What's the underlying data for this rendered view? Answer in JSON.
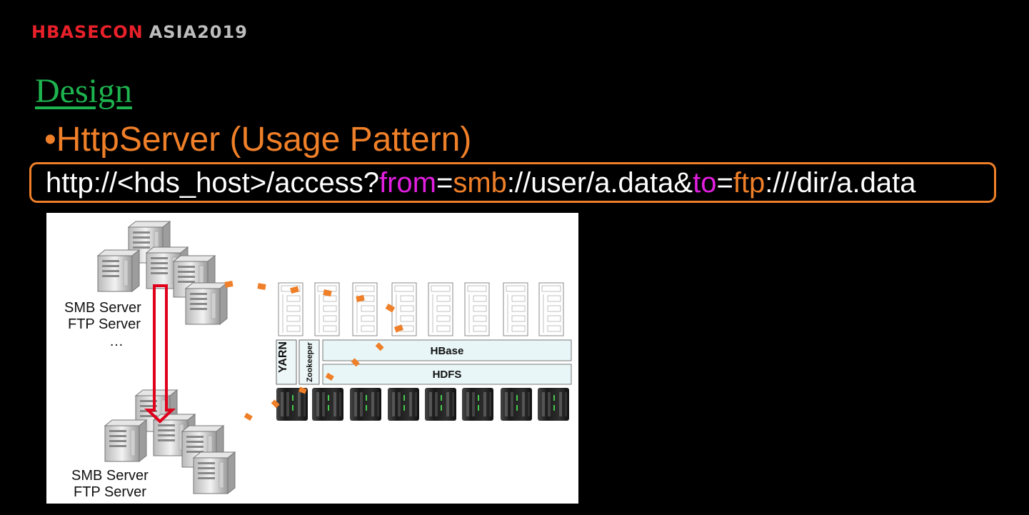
{
  "brand": {
    "part1": "HBASECON",
    "part2": "ASIA2019"
  },
  "slide": {
    "title": "Design",
    "bullet": "•HttpServer (Usage Pattern)",
    "url": {
      "prefix": "http://<hds_host>/access?",
      "from_key": "from",
      "eq1": "=",
      "from_scheme": "smb",
      "from_path": "://user/a.data&",
      "to_key": "to",
      "eq2": "=",
      "to_scheme": "ftp",
      "to_path": ":///dir/a.data"
    }
  },
  "diagram": {
    "top_label_1": "SMB Server",
    "top_label_2": "FTP Server",
    "top_label_3": "…",
    "bottom_label_1": "SMB Server",
    "bottom_label_2": "FTP Server",
    "yarn": "YARN",
    "zookeeper": "Zookeeper",
    "hbase": "HBase",
    "hdfs": "HDFS"
  },
  "colors": {
    "accent_orange": "#ef7f28",
    "title_green": "#1db34f",
    "brand_red": "#e8202a",
    "magenta": "#e21fe0",
    "arrow_red": "#e0001b"
  }
}
